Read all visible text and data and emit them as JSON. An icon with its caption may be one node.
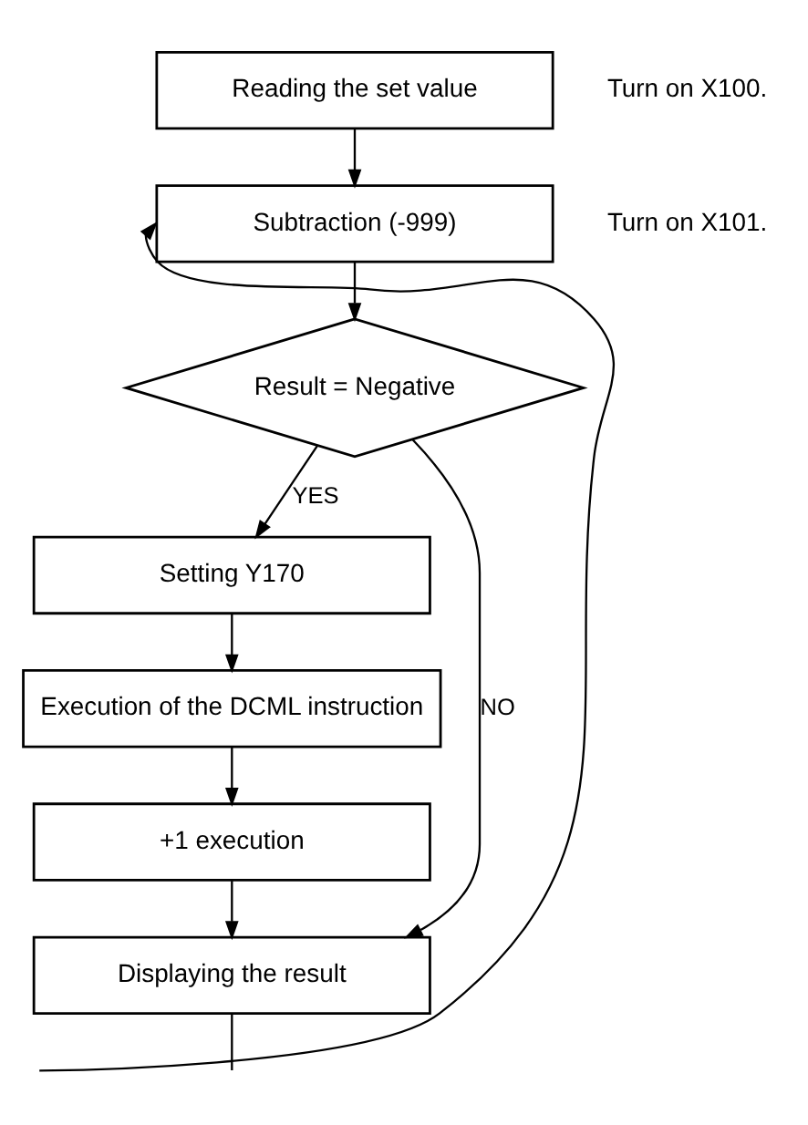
{
  "diagram": {
    "nodes": [
      {
        "text": [
          "Reading the set value"
        ],
        "beside": [
          "Turn on X100."
        ]
      },
      {
        "text": [
          "Subtraction (-999)"
        ],
        "beside": [
          "Turn on X101."
        ]
      },
      {
        "text": [
          "Result = Negative"
        ]
      },
      {
        "text": [
          "Setting Y170"
        ]
      },
      {
        "text": [
          "Execution of the DCML instruction"
        ]
      },
      {
        "text": [
          "+1 execution"
        ]
      },
      {
        "text": [
          "Displaying the result"
        ]
      }
    ],
    "edges": [
      {
        "from": 0,
        "to": 1,
        "arrow": "to"
      },
      {
        "from": null,
        "to": 1,
        "arrow": "to"
      },
      {
        "from": 1,
        "to": 2,
        "arrow": "to"
      },
      {
        "from": 2,
        "to": 3,
        "arrow": "to",
        "label": "YES"
      },
      {
        "from": 2,
        "to": 6,
        "arrow": "to",
        "label": "NO"
      },
      {
        "from": 3,
        "to": 4,
        "arrow": "to"
      },
      {
        "from": 4,
        "to": 5,
        "arrow": "to"
      },
      {
        "from": 5,
        "to": 6,
        "arrow": "to"
      },
      {
        "from": 6,
        "to": null,
        "arrow": "none"
      }
    ]
  }
}
